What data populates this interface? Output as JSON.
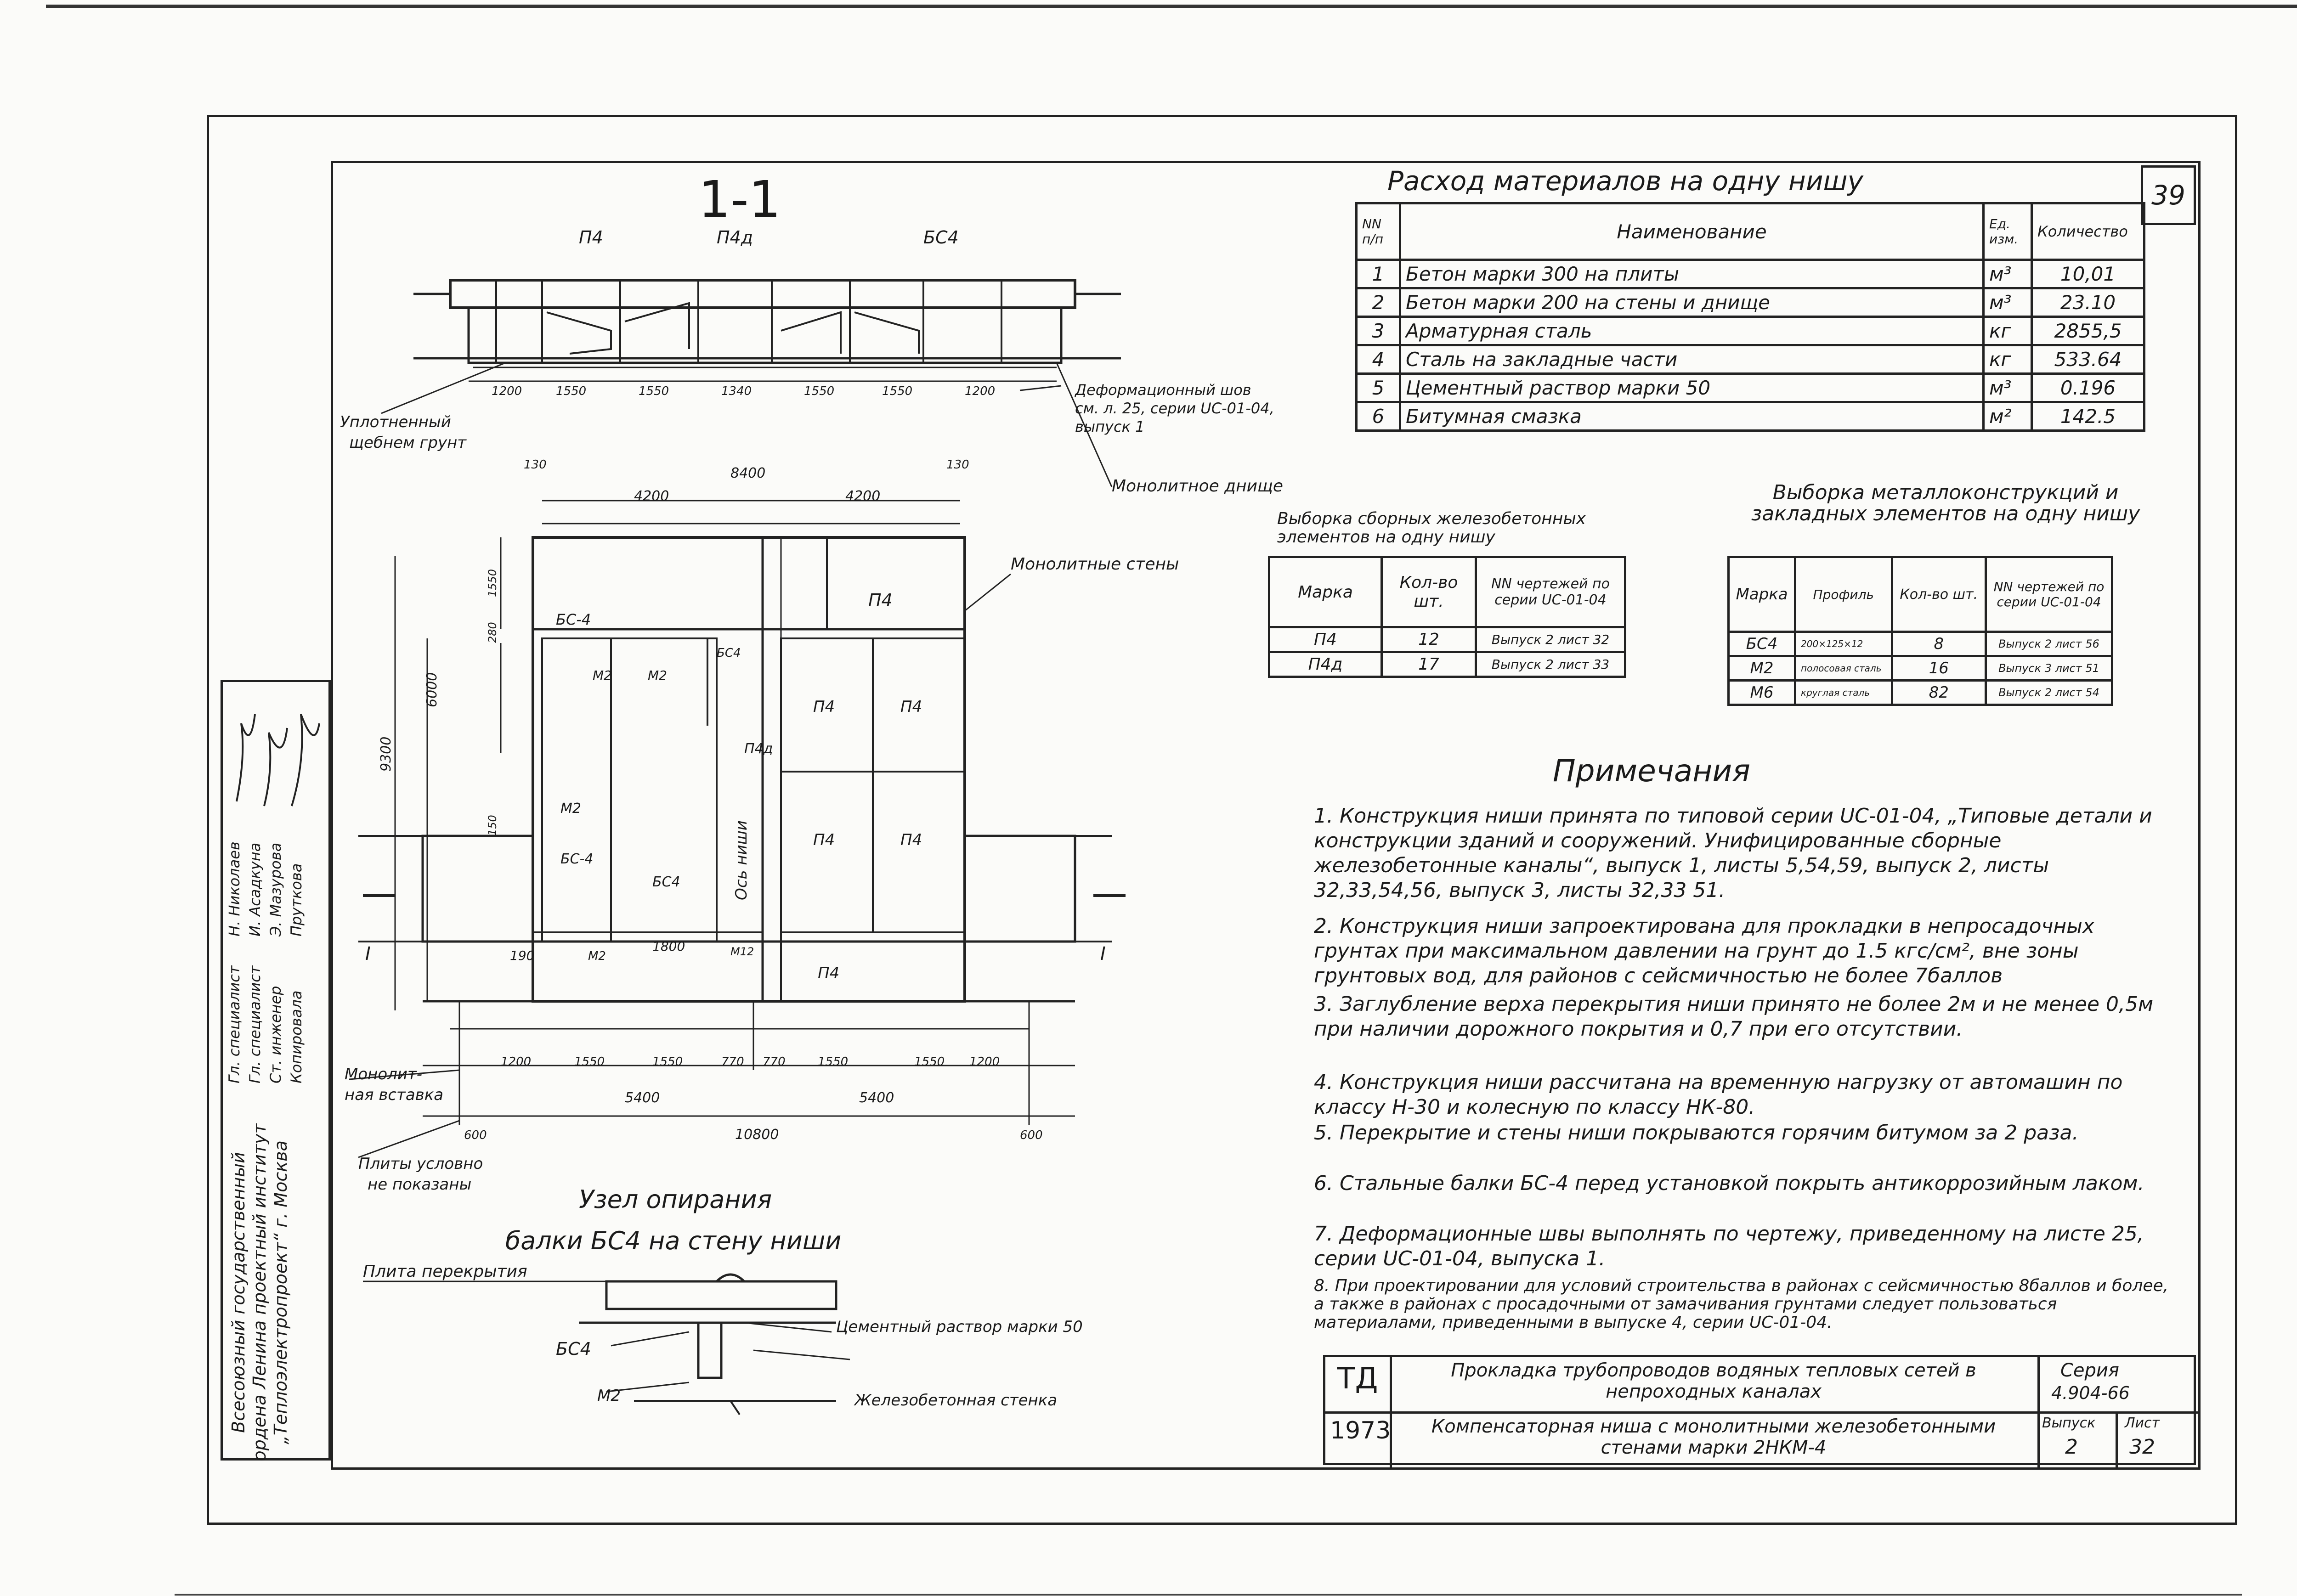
{
  "page_number": "39",
  "section_title": "1-1",
  "materials": {
    "title": "Расход материалов на одну нишу",
    "headers": {
      "nn": "NN п/п",
      "name": "Наименование",
      "unit": "Ед. изм.",
      "qty": "Количество"
    },
    "rows": [
      {
        "n": "1",
        "name": "Бетон марки 300 на плиты",
        "unit": "м³",
        "qty": "10,01"
      },
      {
        "n": "2",
        "name": "Бетон марки 200 на стены и днище",
        "unit": "м³",
        "qty": "23.10"
      },
      {
        "n": "3",
        "name": "Арматурная сталь",
        "unit": "кг",
        "qty": "2855,5"
      },
      {
        "n": "4",
        "name": "Сталь на закладные части",
        "unit": "кг",
        "qty": "533.64"
      },
      {
        "n": "5",
        "name": "Цементный раствор марки 50",
        "unit": "м³",
        "qty": "0.196"
      },
      {
        "n": "6",
        "name": "Битумная смазка",
        "unit": "м²",
        "qty": "142.5"
      }
    ]
  },
  "precast": {
    "title": "Выборка сборных железобетонных элементов на одну нишу",
    "headers": {
      "mark": "Марка",
      "count": "Кол-во шт.",
      "doc": "NN чертежей по серии UC-01-04"
    },
    "rows": [
      {
        "mark": "П4",
        "count": "12",
        "doc": "Выпуск 2 лист 32"
      },
      {
        "mark": "П4д",
        "count": "17",
        "doc": "Выпуск 2 лист 33"
      }
    ]
  },
  "metal": {
    "title": "Выборка металлоконструкций и закладных элементов на одну нишу",
    "headers": {
      "mark": "Марка",
      "profile": "Профиль",
      "count": "Кол-во шт.",
      "doc": "NN чертежей по серии UC-01-04"
    },
    "rows": [
      {
        "mark": "БС4",
        "profile": "200×125×12",
        "count": "8",
        "doc": "Выпуск 2 лист 56"
      },
      {
        "mark": "М2",
        "profile": "полосовая сталь",
        "count": "16",
        "doc": "Выпуск 3 лист 51"
      },
      {
        "mark": "М6",
        "profile": "круглая сталь",
        "count": "82",
        "doc": "Выпуск 2 лист 54"
      }
    ]
  },
  "notes": {
    "title": "Примечания",
    "items": [
      "1. Конструкция ниши принята по типовой серии UC-01-04, „Типовые детали и конструкции зданий и сооружений. Унифицированные сборные железобетонные каналы“, выпуск 1, листы 5,54,59, выпуск 2, листы 32,33,54,56, выпуск 3, листы 32,33 51.",
      "2. Конструкция ниши запроектирована для прокладки в непросадочных грунтах при максимальном давлении на грунт до 1.5 кгс/см², вне зоны грунтовых вод, для районов с сейсмичностью не более 7баллов",
      "3. Заглубление верха перекрытия ниши принято не более 2м и не менее 0,5м при наличии дорожного покрытия и 0,7 при его отсутствии.",
      "4. Конструкция ниши рассчитана на временную нагрузку от автомашин по классу Н-30 и колесную по классу НК-80.",
      "5. Перекрытие и стены ниши покрываются горячим битумом за 2 раза.",
      "6. Стальные балки БС-4 перед установкой покрыть антикоррозийным лаком.",
      "7. Деформационные швы выполнять по чертежу, приведенному на листе 25, серии UC-01-04, выпуска 1.",
      "8. При проектировании для условий строительства в районах с сейсмичностью 8баллов и более, а также в районах с просадочными от замачивания грунтами следует пользоваться материалами, приведенными в выпуске 4, серии UC-01-04."
    ]
  },
  "node": {
    "title1": "Узел опирания",
    "title2": "балки БС4 на стену ниши",
    "plate": "Плита перекрытия",
    "mortar": "Цементный раствор марки 50",
    "wall": "Железобетонная стенка",
    "bs4": "БС4",
    "m2": "М2"
  },
  "labels": {
    "p4": "П4",
    "p4d": "П4д",
    "bs4": "БС-4",
    "bs4b": "БС4",
    "m2": "М2",
    "m12": "М12",
    "deform": "Деформационный шов",
    "deform2": "см. л. 25, серии UC-01-04,",
    "deform3": "выпуск 1",
    "gravel1": "Уплотненный",
    "gravel2": "щебнем грунт",
    "bottom": "Монолитное днище",
    "walls": "Монолитные стены",
    "axis": "Ось ниши",
    "insert1": "Монолит-",
    "insert2": "ная вставка",
    "plates1": "Плиты условно",
    "plates2": "не показаны",
    "sec": "I"
  },
  "dims": {
    "top": [
      "1200",
      "1550",
      "1550",
      "1340",
      "1550",
      "1550",
      "1200"
    ],
    "top_total": "8400",
    "top_half": "4200",
    "edge": "130",
    "h_total": "9300",
    "h_inner": "6000",
    "h_a": "1550",
    "h_b": "280",
    "h_c": "150",
    "bot": [
      "1200",
      "1550",
      "1550",
      "770",
      "770",
      "1550",
      "1550",
      "1200"
    ],
    "bot_half": "5400",
    "bot_total": "10800",
    "side": "600",
    "d1800": "1800",
    "d190": "190"
  },
  "side_stamp": {
    "org": "Всесоюзный государственный ордена Ленина проектный институт „Теплоэлектропроект“ г. Москва",
    "roles": [
      "Гл. специалист",
      "Гл. специалист",
      "Ст. инженер",
      "Копировала"
    ],
    "names": [
      "Н. Николаев",
      "И. Асадкуна",
      "Э. Мазурова",
      "Пруткова"
    ]
  },
  "title_block": {
    "td": "ТД",
    "year": "1973",
    "line1": "Прокладка трубопроводов водяных тепловых сетей в непроходных каналах",
    "line2": "Компенсаторная ниша с монолитными железобетонными стенами марки 2НКМ-4",
    "series_label": "Серия",
    "series": "4.904-66",
    "issue_label": "Выпуск",
    "issue": "2",
    "sheet_label": "Лист",
    "sheet": "32"
  }
}
